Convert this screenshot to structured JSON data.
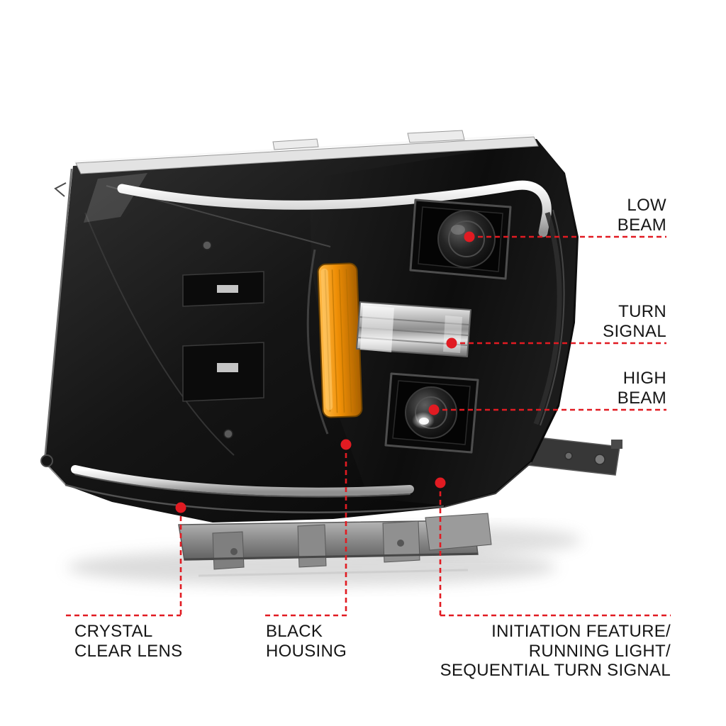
{
  "accent_color": "#e11b22",
  "text_color": "#161616",
  "background_color": "#ffffff",
  "callouts": {
    "low_beam": {
      "label": "LOW\nBEAM",
      "target": "low-beam-projector"
    },
    "turn_signal": {
      "label": "TURN\nSIGNAL",
      "target": "turn-signal-strip"
    },
    "high_beam": {
      "label": "HIGH\nBEAM",
      "target": "high-beam-projector"
    },
    "crystal_clear_lens": {
      "label": "CRYSTAL\nCLEAR LENS",
      "target": "clear-lens"
    },
    "black_housing": {
      "label": "BLACK\nHOUSING",
      "target": "housing"
    },
    "initiation_feature": {
      "label": "INITIATION FEATURE/\nRUNNING LIGHT/\nSEQUENTIAL TURN SIGNAL",
      "target": "light-bar"
    }
  }
}
